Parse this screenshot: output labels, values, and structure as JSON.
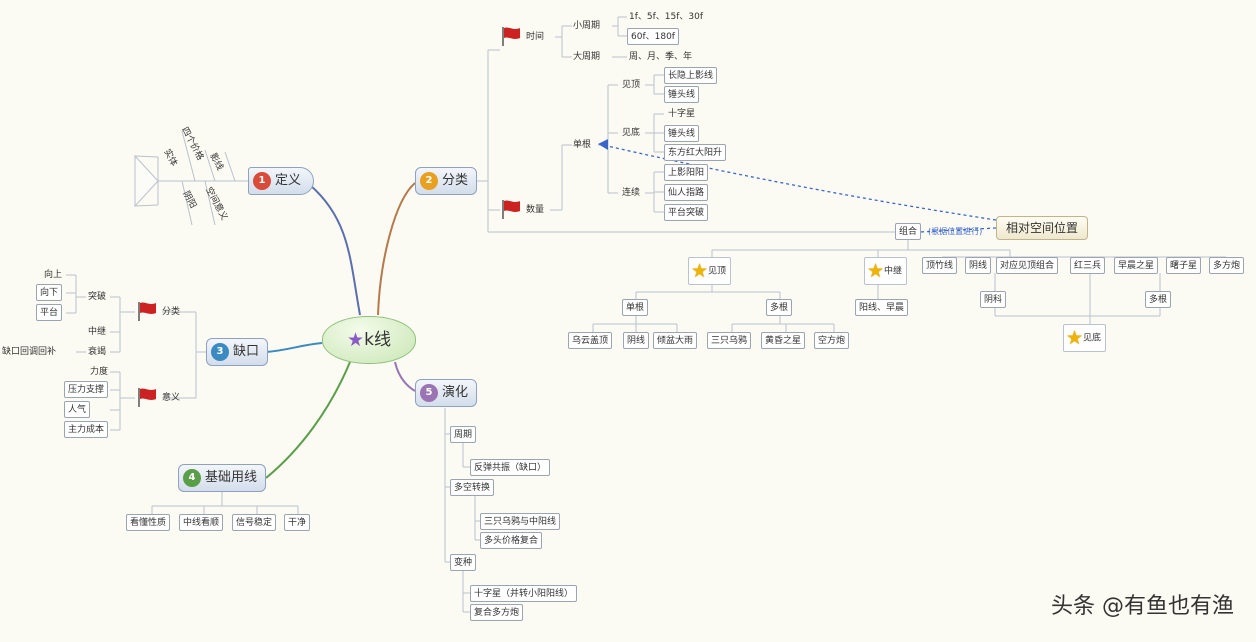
{
  "colors": {
    "branch_define": "#5b6fae",
    "branch_class": "#b57a4a",
    "branch_gap": "#3b8ac2",
    "branch_evolve": "#9a74b3",
    "branch_base": "#5a9e4a",
    "relation_dash": "#3a66c9",
    "star": "#f0b400",
    "flag": "#cc2222"
  },
  "central": {
    "label": "k线",
    "icon": "purple-star-icon"
  },
  "define": {
    "num": "1",
    "label": "定义",
    "fish_top": [
      "四个价格",
      "实体"
    ],
    "fish_top2": "影线",
    "fish_bottom": [
      "阴阳",
      "空间意义"
    ]
  },
  "classify": {
    "num": "2",
    "label": "分类",
    "time_label": "时间",
    "time_small_label": "小周期",
    "time_small_values": [
      "1f、5f、15f、30f",
      "60f、180f"
    ],
    "time_big_label": "大周期",
    "time_big_value": "周、月、季、年",
    "count_label": "数量",
    "single_label": "单根",
    "single_a_label": "见顶",
    "single_a_items": [
      "长隐上影线",
      "锤头线"
    ],
    "single_b_label": "见底",
    "single_b_items": [
      "十字星",
      "锤头线",
      "东方红大阳升"
    ],
    "single_c_label": "连续",
    "single_c_items": [
      "上影阳阳",
      "仙人指路",
      "平台突破"
    ],
    "combo_label": "组合",
    "relation_note": "(根据位置进行)",
    "relative_pos_label": "相对空间位置",
    "top_label": "见顶",
    "top_sub1_label": "单根",
    "top_sub1_items": [
      "乌云盖顶",
      "阴线",
      "倾盆大雨"
    ],
    "top_sub2_label": "多根",
    "top_sub2_items": [
      "三只乌鸦",
      "黄昏之星",
      "空方炮"
    ],
    "mid_label": "中继",
    "mid_item": "阳线、早晨",
    "mid_items": [
      "顶竹线",
      "阴线",
      "对应见顶组合",
      "红三兵",
      "早晨之星",
      "曙子星",
      "多方炮"
    ],
    "mid_sub1_label": "阴科",
    "mid_sub2_label": "多根",
    "bottom_label": "见底"
  },
  "gap": {
    "num": "3",
    "label": "缺口",
    "classify_label": "分类",
    "direction_label": "突破",
    "direction_items": [
      "向上",
      "向下",
      "平台"
    ],
    "mid_label": "中继",
    "exhaust_label": "衰竭",
    "exhaust_item": "缺口回调回补",
    "meaning_label": "意义",
    "meaning_items": [
      "力度",
      "压力支撑",
      "人气",
      "主力成本"
    ]
  },
  "evolve": {
    "num": "5",
    "label": "演化",
    "g1_label": "周期",
    "g1_item": "反弹共振（缺口）",
    "g2_label": "多空转换",
    "g2_items": [
      "三只乌鸦与中阳线",
      "多头价格复合"
    ],
    "g3_label": "变种",
    "g3_items": [
      "十字星（并转小阳阳线）",
      "复合多方炮"
    ]
  },
  "base": {
    "num": "4",
    "label": "基础用线",
    "items": [
      "看懂性质",
      "中线看顺",
      "信号稳定",
      "干净"
    ]
  },
  "footer": "头条 @有鱼也有渔"
}
